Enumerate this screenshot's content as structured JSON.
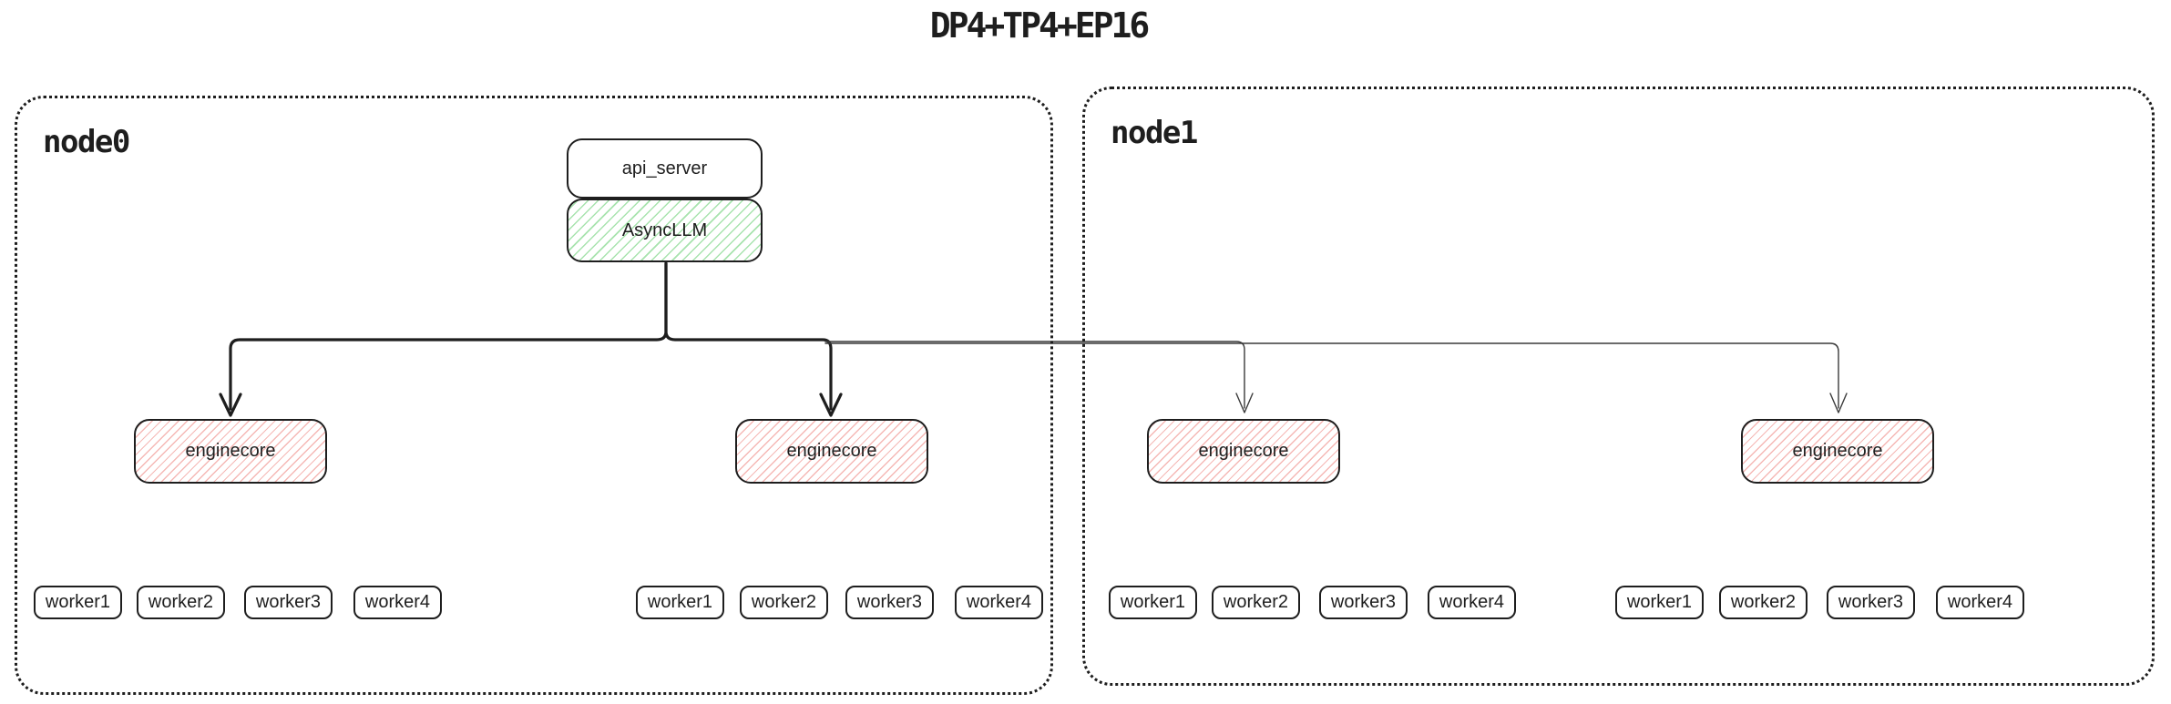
{
  "title": "DP4+TP4+EP16",
  "colors": {
    "ink": "#1e1e1e",
    "green_hatch": "#a7e3ad",
    "red_hatch": "#f5b8b5",
    "background": "#ffffff"
  },
  "node0": {
    "label": "node0",
    "api_server_label": "api_server",
    "async_llm_label": "AsyncLLM",
    "enginecores": [
      "enginecore",
      "enginecore"
    ],
    "worker_groups": [
      [
        "worker1",
        "worker2",
        "worker3",
        "worker4"
      ],
      [
        "worker1",
        "worker2",
        "worker3",
        "worker4"
      ]
    ]
  },
  "node1": {
    "label": "node1",
    "enginecores": [
      "enginecore",
      "enginecore"
    ],
    "worker_groups": [
      [
        "worker1",
        "worker2",
        "worker3",
        "worker4"
      ],
      [
        "worker1",
        "worker2",
        "worker3",
        "worker4"
      ]
    ]
  }
}
